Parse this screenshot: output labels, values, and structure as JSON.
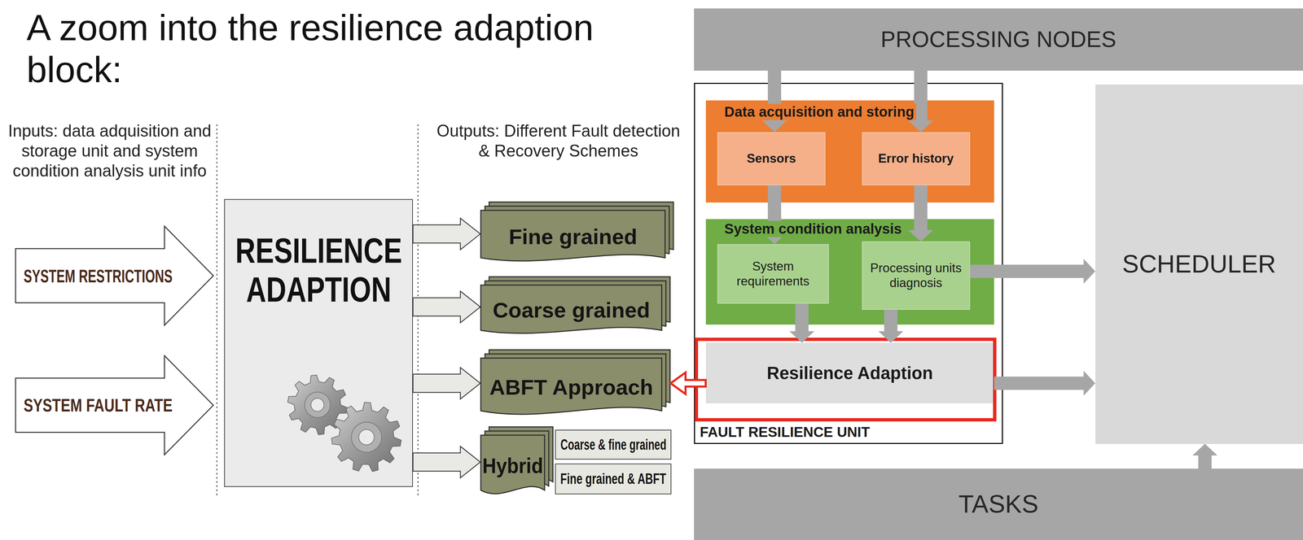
{
  "diagram": {
    "title": "A zoom into the resilience adaption block:",
    "nodes": [
      {
        "text": [
          "SYSTEM RESTRICTIONS"
        ]
      },
      {
        "text": [
          "SYSTEM FAULT RATE"
        ]
      },
      {
        "text": [
          "RESILIENCE ADAPTION"
        ]
      },
      {
        "text": [
          "Fine grained"
        ]
      },
      {
        "text": [
          "Coarse grained"
        ]
      },
      {
        "text": [
          "ABFT Approach"
        ]
      },
      {
        "text": [
          "Hybrid"
        ]
      },
      {
        "text": [
          "Coarse & fine grained"
        ]
      },
      {
        "text": [
          "Fine grained & ABFT"
        ]
      },
      {
        "text": [
          "PROCESSING NODES"
        ]
      },
      {
        "text": [
          "FAULT RESILIENCE UNIT"
        ]
      },
      {
        "text": [
          "Data acquisition and storing"
        ],
        "in": 10
      },
      {
        "text": [
          "Sensors"
        ],
        "in": 11
      },
      {
        "text": [
          "Error history"
        ],
        "in": 11
      },
      {
        "text": [
          "System condition analysis"
        ],
        "in": 10
      },
      {
        "text": [
          "System requirements"
        ],
        "in": 14
      },
      {
        "text": [
          "Processing units diagnosis"
        ],
        "in": 14
      },
      {
        "text": [
          "Resilience Adaption"
        ],
        "in": 10
      },
      {
        "text": [
          "SCHEDULER"
        ]
      },
      {
        "text": [
          "TASKS"
        ]
      }
    ],
    "edges": [
      {
        "from": 2,
        "to": 3,
        "arrow": "to"
      },
      {
        "from": 2,
        "to": 4,
        "arrow": "to"
      },
      {
        "from": 2,
        "to": 5,
        "arrow": "to"
      },
      {
        "from": 2,
        "to": 6,
        "arrow": "to"
      },
      {
        "from": 9,
        "to": 12,
        "arrow": "to"
      },
      {
        "from": 9,
        "to": 13,
        "arrow": "to"
      },
      {
        "from": 12,
        "to": 15,
        "arrow": "to"
      },
      {
        "from": 13,
        "to": 16,
        "arrow": "to"
      },
      {
        "from": 15,
        "to": 17,
        "arrow": "to"
      },
      {
        "from": 16,
        "to": 17,
        "arrow": "to"
      },
      {
        "from": 16,
        "to": 18,
        "arrow": "to"
      },
      {
        "from": 17,
        "to": 18,
        "arrow": "to"
      },
      {
        "from": 19,
        "to": 18,
        "arrow": "to"
      },
      {
        "from": 17,
        "to": 5,
        "arrow": "to"
      }
    ],
    "labels": [
      "Inputs: data adquisition and storage unit and system condition analysis unit info",
      "Outputs: Different Fault detection & Recovery Schemes"
    ]
  }
}
